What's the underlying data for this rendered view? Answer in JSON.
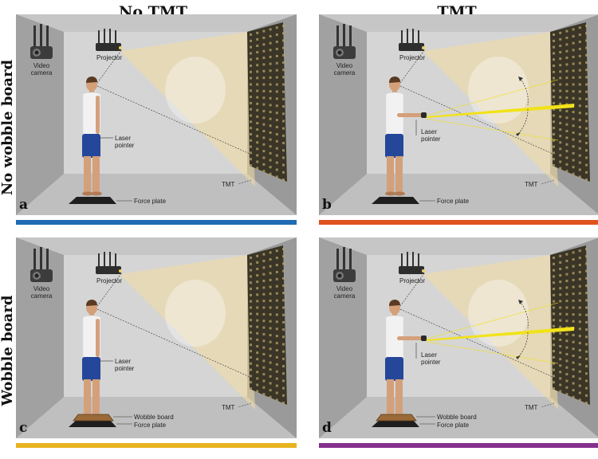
{
  "headers": {
    "col_left": "No TMT",
    "col_right": "TMT"
  },
  "row_labels": {
    "top": "No wobble board",
    "bottom": "Wobble board"
  },
  "labels": {
    "video": "Video",
    "camera": "camera",
    "projector": "Projector",
    "laser": "Laser",
    "pointer": "pointer",
    "tmt": "TMT",
    "force_plate": "Force plate",
    "wobble_board": "Wobble board"
  },
  "panels": [
    {
      "id": "a",
      "letter": "a",
      "tmt": false,
      "wobble": false,
      "bar_color": "#1f6bb4"
    },
    {
      "id": "b",
      "letter": "b",
      "tmt": true,
      "wobble": false,
      "bar_color": "#e0521d"
    },
    {
      "id": "c",
      "letter": "c",
      "tmt": false,
      "wobble": true,
      "bar_color": "#e8b320"
    },
    {
      "id": "d",
      "letter": "d",
      "tmt": true,
      "wobble": true,
      "bar_color": "#84318c"
    }
  ],
  "colors": {
    "left_wall": "#a1a1a1",
    "back_wall": "#d5d5d5",
    "floor": "#bfbfbf",
    "screen": "#3a3526",
    "light": "#f3dca0",
    "laser": "#f2e21a",
    "shirt": "#f2f2f2",
    "shorts": "#25479a",
    "skin": "#d4a07a",
    "hair": "#5a3a22"
  }
}
